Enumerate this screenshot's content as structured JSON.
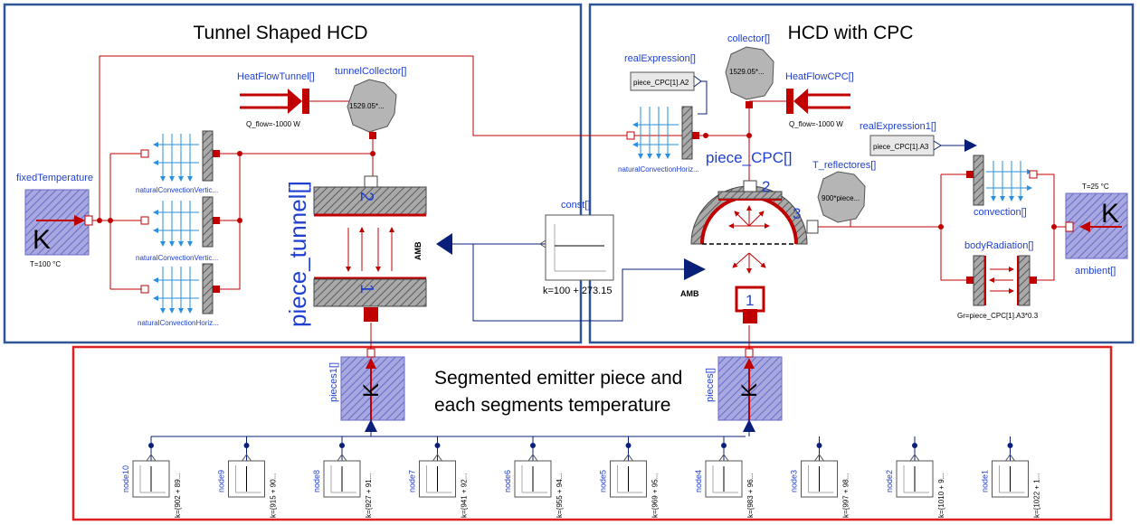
{
  "panels": {
    "tunnel": {
      "title": "Tunnel Shaped HCD"
    },
    "cpc": {
      "title": "HCD with CPC"
    },
    "segments": {
      "title_line1": "Segmented emitter piece and",
      "title_line2": "each segments temperature"
    }
  },
  "left": {
    "fixed_temperature": {
      "label": "fixedTemperature",
      "value": "T=100 °C",
      "glyph": "K"
    },
    "heat_flow": {
      "label": "HeatFlowTunnel[]",
      "value": "Q_flow=-1000 W"
    },
    "collector": {
      "label": "tunnelCollector[]",
      "value": "1529.05*..."
    },
    "conv_1": "naturalConvectionVertic...",
    "conv_2": "naturalConvectionVertic...",
    "conv_3": "naturalConvectionHoriz...",
    "piece": {
      "label": "piece_tunnel[]",
      "top_num": "2",
      "bottom_num": "1",
      "amb": "AMB"
    }
  },
  "const": {
    "label": "const[]",
    "value": "k=100 + 273.15"
  },
  "right": {
    "real_expression": {
      "label": "realExpression[]",
      "value": "piece_CPC[1].A2"
    },
    "collector": {
      "label": "collector[]",
      "value": "1529.05*..."
    },
    "heat_flow": {
      "label": "HeatFlowCPC[]",
      "value": "Q_flow=-1000 W"
    },
    "conv_horiz": "naturalConvectionHoriz...",
    "piece": {
      "label": "piece_CPC[]",
      "num1": "1",
      "num2": "2",
      "num3": "3",
      "amb": "AMB"
    },
    "t_reflectors": {
      "label": "T_reflectores[]",
      "value": "900*piece..."
    },
    "real_expression1": {
      "label": "realExpression1[]",
      "value": "piece_CPC[1].A3"
    },
    "convection": {
      "label": "convection[]"
    },
    "body_radiation": {
      "label": "bodyRadiation[]",
      "value": "Gr=piece_CPC[1].A3*0.3"
    },
    "ambient": {
      "label": "ambient[]",
      "value": "T=25 °C",
      "glyph": "K"
    }
  },
  "bottom": {
    "pieces1": {
      "label": "pieces1[]",
      "glyph": "K"
    },
    "pieces": {
      "label": "pieces[]",
      "glyph": "K"
    },
    "nodes": [
      {
        "label": "node10",
        "value": "k={902 + 89..."
      },
      {
        "label": "node9",
        "value": "k={915 + 90..."
      },
      {
        "label": "node8",
        "value": "k={927 + 91..."
      },
      {
        "label": "node7",
        "value": "k={941 + 92..."
      },
      {
        "label": "node6",
        "value": "k={955 + 94..."
      },
      {
        "label": "node5",
        "value": "k={969 + 95..."
      },
      {
        "label": "node4",
        "value": "k={983 + 96..."
      },
      {
        "label": "node3",
        "value": "k={997 + 98..."
      },
      {
        "label": "node2",
        "value": "k={1010 + 9..."
      },
      {
        "label": "node1",
        "value": "k={1022 + 1..."
      }
    ]
  },
  "colors": {
    "panel_border": "#2f5597",
    "segment_border": "#e02020",
    "wire_red": "#c00000",
    "wire_blue": "#0a1f7a",
    "label_blue": "#1f3fd0"
  }
}
